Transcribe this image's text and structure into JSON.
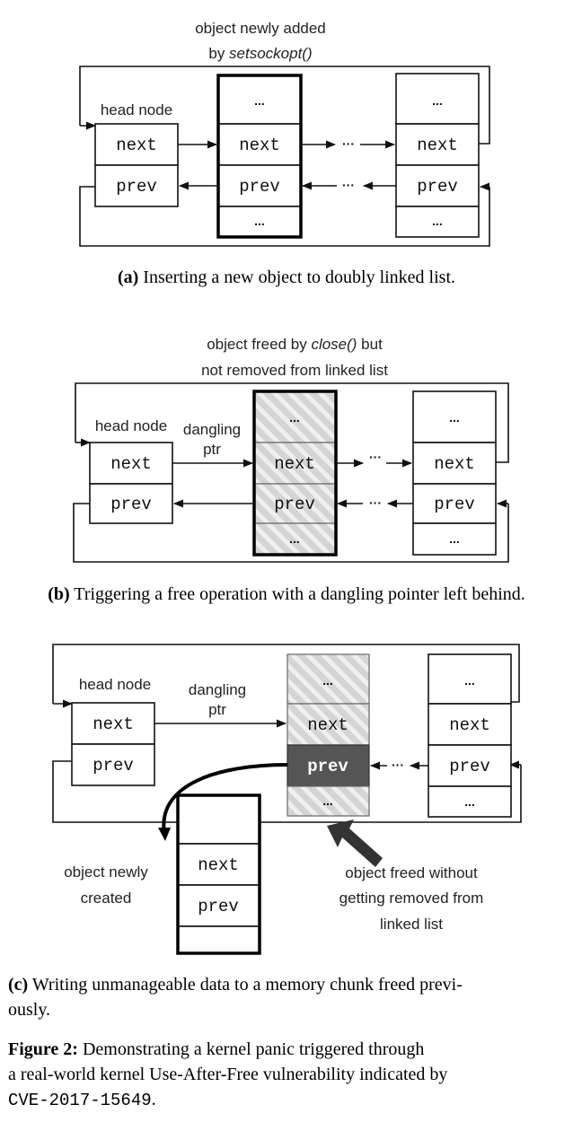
{
  "cells": {
    "next": "next",
    "prev": "prev",
    "ellipsis": "...",
    "between": "···"
  },
  "panel_a": {
    "annotation_line1": "object newly added",
    "annotation_by": "by ",
    "annotation_func": "setsockopt()",
    "head_label": "head node",
    "caption_tag": "(a)",
    "caption_text": " Inserting a new object to doubly linked list."
  },
  "panel_b": {
    "annotation_prefix": "object freed by ",
    "annotation_func": "close()",
    "annotation_suffix": " but",
    "annotation_line2": "not removed from linked list",
    "head_label": "head node",
    "dangling_line1": "dangling",
    "dangling_line2": "ptr",
    "caption_tag": "(b)",
    "caption_text": " Triggering a free operation with a dangling pointer left behind."
  },
  "panel_c": {
    "head_label": "head node",
    "dangling_line1": "dangling",
    "dangling_line2": "ptr",
    "new_obj_line1": "object newly",
    "new_obj_line2": "created",
    "freed_line1": "object  freed without",
    "freed_line2": "getting removed from",
    "freed_line3": "linked list",
    "caption_tag": "(c)",
    "caption_line1": " Writing unmanageable data to a memory chunk freed previ-",
    "caption_line2": "ously."
  },
  "figure": {
    "label": "Figure 2:",
    "line1": "  Demonstrating a kernel panic triggered through",
    "line2": "a real-world kernel Use-After-Free vulnerability indicated by",
    "cve": "CVE-2017-15649",
    "period": "."
  }
}
